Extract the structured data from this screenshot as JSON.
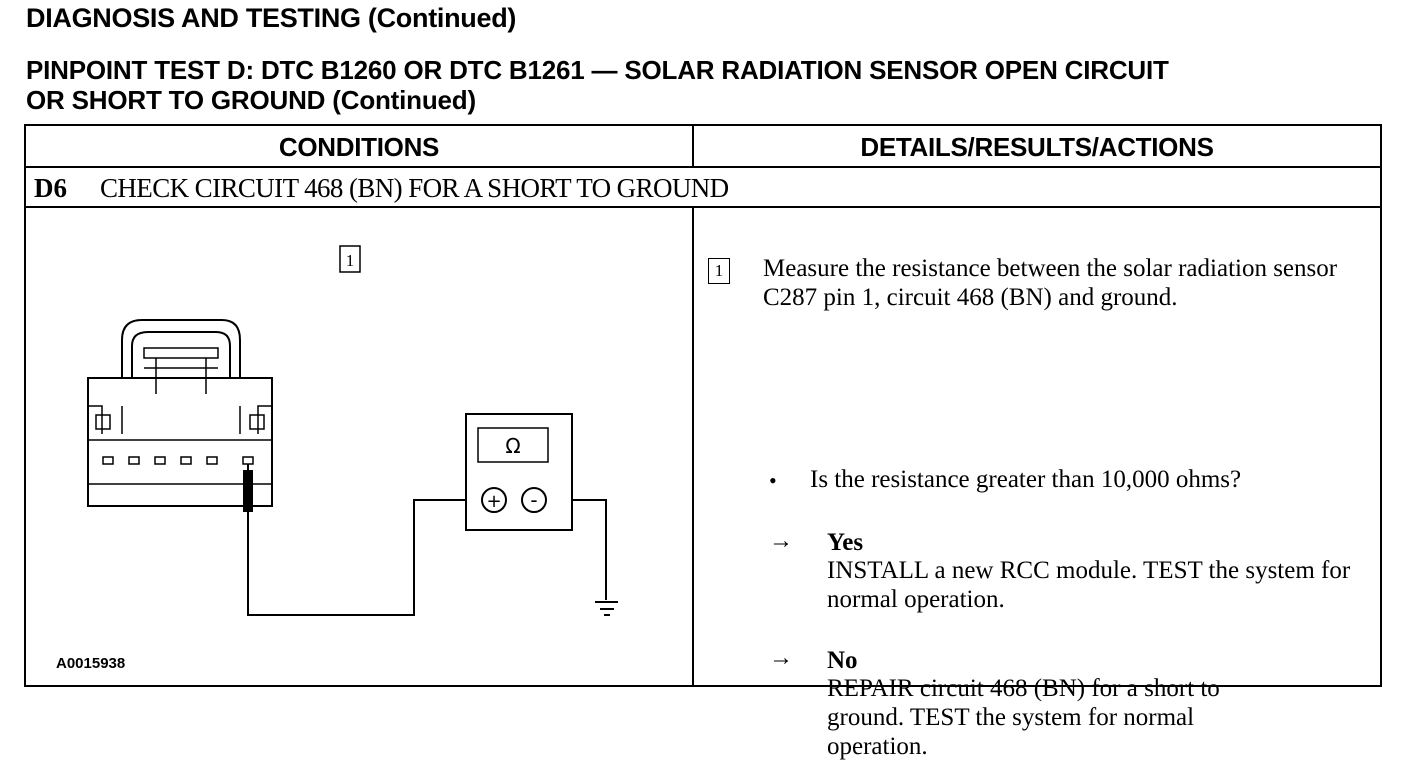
{
  "page": {
    "section_title": "DIAGNOSIS AND TESTING (Continued)",
    "test_title_line1": "PINPOINT TEST D: DTC B1260 OR DTC B1261 — SOLAR RADIATION SENSOR OPEN CIRCUIT",
    "test_title_line2": "OR SHORT TO GROUND (Continued)"
  },
  "table": {
    "header_conditions": "CONDITIONS",
    "header_details": "DETAILS/RESULTS/ACTIONS",
    "step_number": "D6",
    "step_title": "CHECK CIRCUIT 468 (BN) FOR A SHORT TO GROUND"
  },
  "figure": {
    "callout": "1",
    "meter_symbol": "Ω",
    "meter_plus": "+",
    "meter_minus": "-",
    "figure_id": "A0015938"
  },
  "details": {
    "callout": "1",
    "instruction": "Measure the resistance between the solar radiation sensor C287 pin 1, circuit 468 (BN) and ground.",
    "bullet": "•",
    "question": "Is the resistance greater than 10,000 ohms?",
    "arrow": "→",
    "yes_label": "Yes",
    "yes_action": "INSTALL a new RCC module. TEST the system for normal operation.",
    "no_label": "No",
    "no_action": "REPAIR circuit 468 (BN) for a short to ground. TEST the system for normal operation."
  }
}
